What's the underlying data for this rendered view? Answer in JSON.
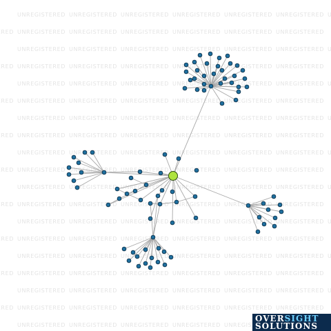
{
  "watermark": "UNREGISTERED",
  "logo": {
    "line1_a": "OVER",
    "line1_b": "SIGHT",
    "line2": "SOLUTIONS"
  },
  "colors": {
    "edge": "#a8a8a8",
    "node_fill": "#1f6f9e",
    "node_stroke": "#0c2d44",
    "center_fill": "#aee33e",
    "center_stroke": "#2f4d12"
  }
}
